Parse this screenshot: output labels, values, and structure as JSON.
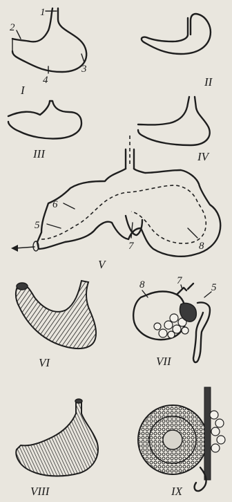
{
  "figure": {
    "panels": [
      {
        "id": "I",
        "label": "I"
      },
      {
        "id": "II",
        "label": "II"
      },
      {
        "id": "III",
        "label": "III"
      },
      {
        "id": "IV",
        "label": "IV"
      },
      {
        "id": "V",
        "label": "V"
      },
      {
        "id": "VI",
        "label": "VI"
      },
      {
        "id": "VII",
        "label": "VII"
      },
      {
        "id": "VIII",
        "label": "VIII"
      },
      {
        "id": "IX",
        "label": "IX"
      }
    ],
    "callouts": {
      "p1_1": "1",
      "p1_2": "2",
      "p1_3": "3",
      "p1_4": "4",
      "p5_5": "5",
      "p5_6": "6",
      "p5_7": "7",
      "p5_8": "8",
      "p7_8": "8",
      "p7_7": "7",
      "p7_5": "5"
    }
  }
}
